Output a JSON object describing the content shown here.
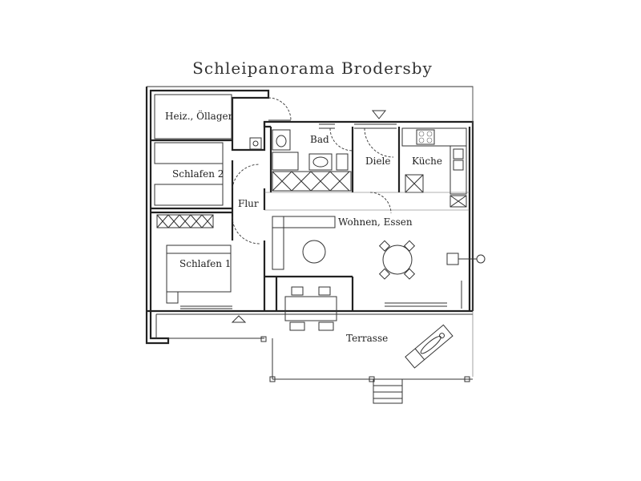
{
  "plan": {
    "title": "Schleipanorama  Brodersby",
    "rooms": {
      "heiz": "Heiz., Öllager",
      "bad": "Bad",
      "diele": "Diele",
      "kueche": "Küche",
      "schlafen2": "Schlafen 2",
      "flur": "Flur",
      "wohnen": "Wohnen, Essen",
      "schlafen1": "Schlafen 1",
      "terrasse": "Terrasse"
    }
  }
}
